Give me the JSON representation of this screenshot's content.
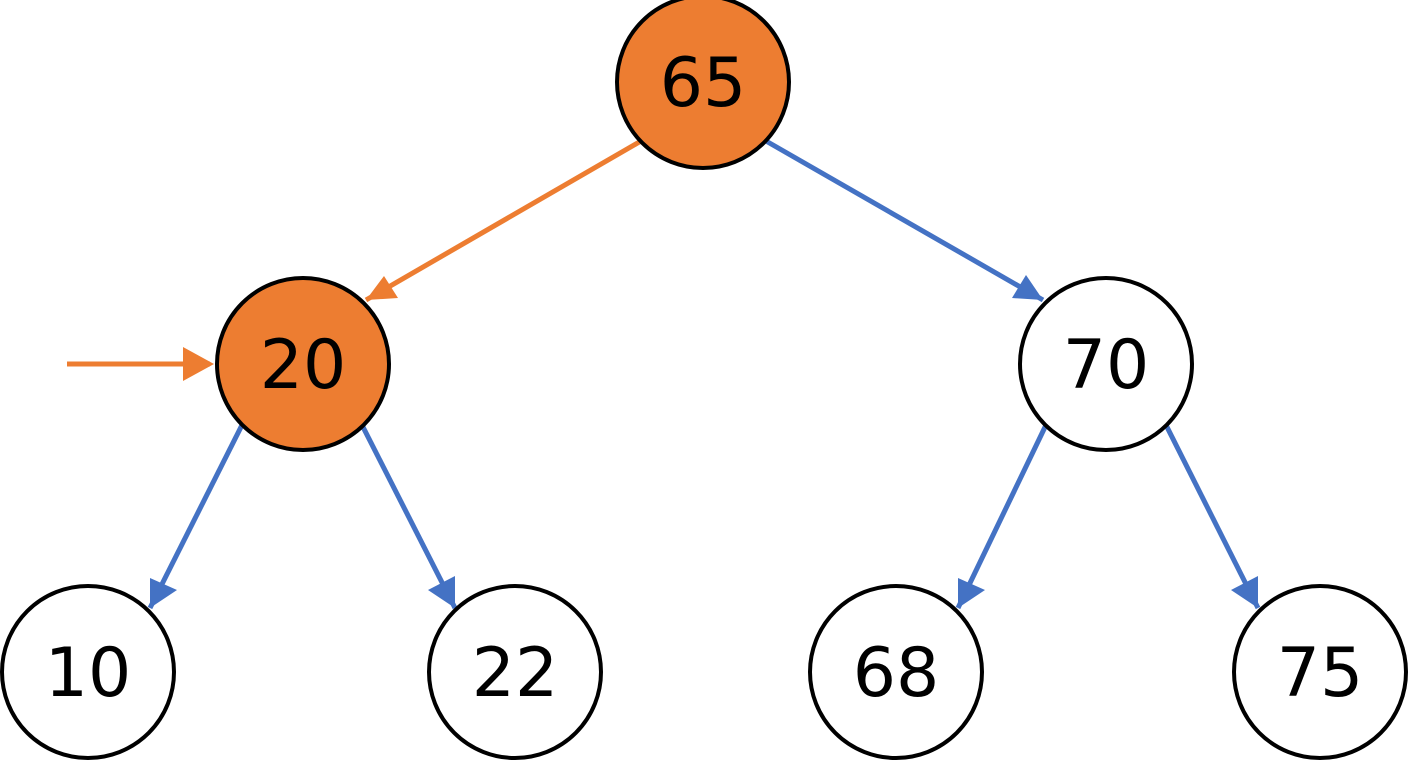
{
  "tree": {
    "nodes": [
      {
        "id": "n65",
        "label": "65",
        "highlighted": true
      },
      {
        "id": "n20",
        "label": "20",
        "highlighted": true
      },
      {
        "id": "n70",
        "label": "70",
        "highlighted": false
      },
      {
        "id": "n10",
        "label": "10",
        "highlighted": false
      },
      {
        "id": "n22",
        "label": "22",
        "highlighted": false
      },
      {
        "id": "n68",
        "label": "68",
        "highlighted": false
      },
      {
        "id": "n75",
        "label": "75",
        "highlighted": false
      }
    ],
    "edges": [
      {
        "from": "n65",
        "to": "n20",
        "highlighted": true
      },
      {
        "from": "n65",
        "to": "n70",
        "highlighted": false
      },
      {
        "from": "n20",
        "to": "n10",
        "highlighted": false
      },
      {
        "from": "n20",
        "to": "n22",
        "highlighted": false
      },
      {
        "from": "n70",
        "to": "n68",
        "highlighted": false
      },
      {
        "from": "n70",
        "to": "n75",
        "highlighted": false
      }
    ],
    "pointer_target": "n20"
  },
  "colors": {
    "highlight_fill": "#ed7d31",
    "highlight_edge": "#ed7d31",
    "normal_edge": "#4472c4",
    "node_fill": "#ffffff",
    "node_stroke": "#000000",
    "text": "#000000"
  }
}
